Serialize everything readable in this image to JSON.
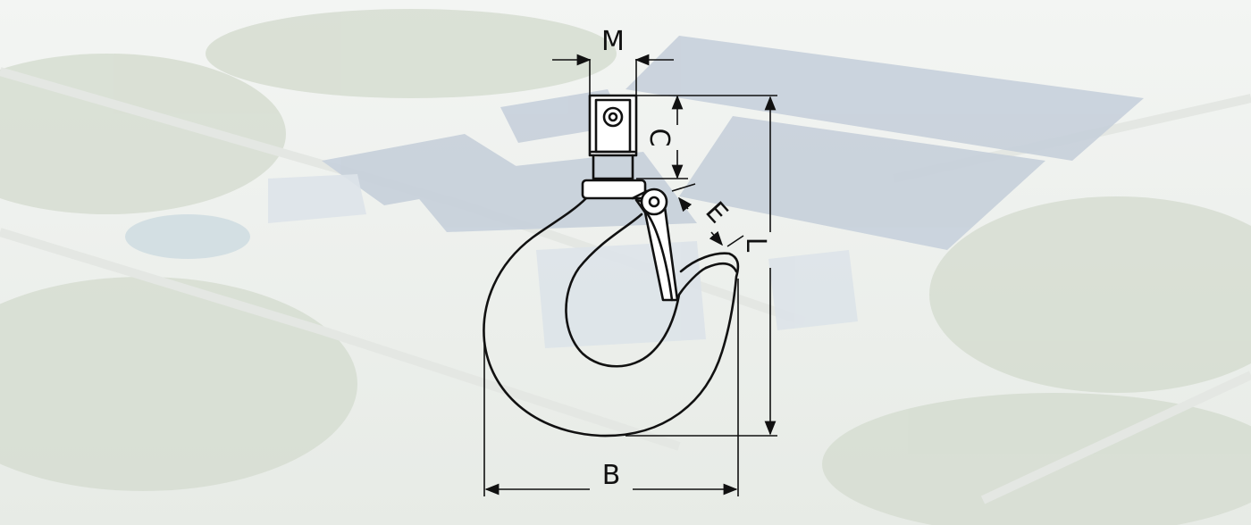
{
  "dimensions": {
    "m": "M",
    "c": "C",
    "e": "E",
    "l": "L",
    "b": "B"
  },
  "colors": {
    "line": "#111111",
    "background_tint": "#eef1ee",
    "roof_blue": "#b9c6d6",
    "greenery": "#cdd7c8"
  }
}
